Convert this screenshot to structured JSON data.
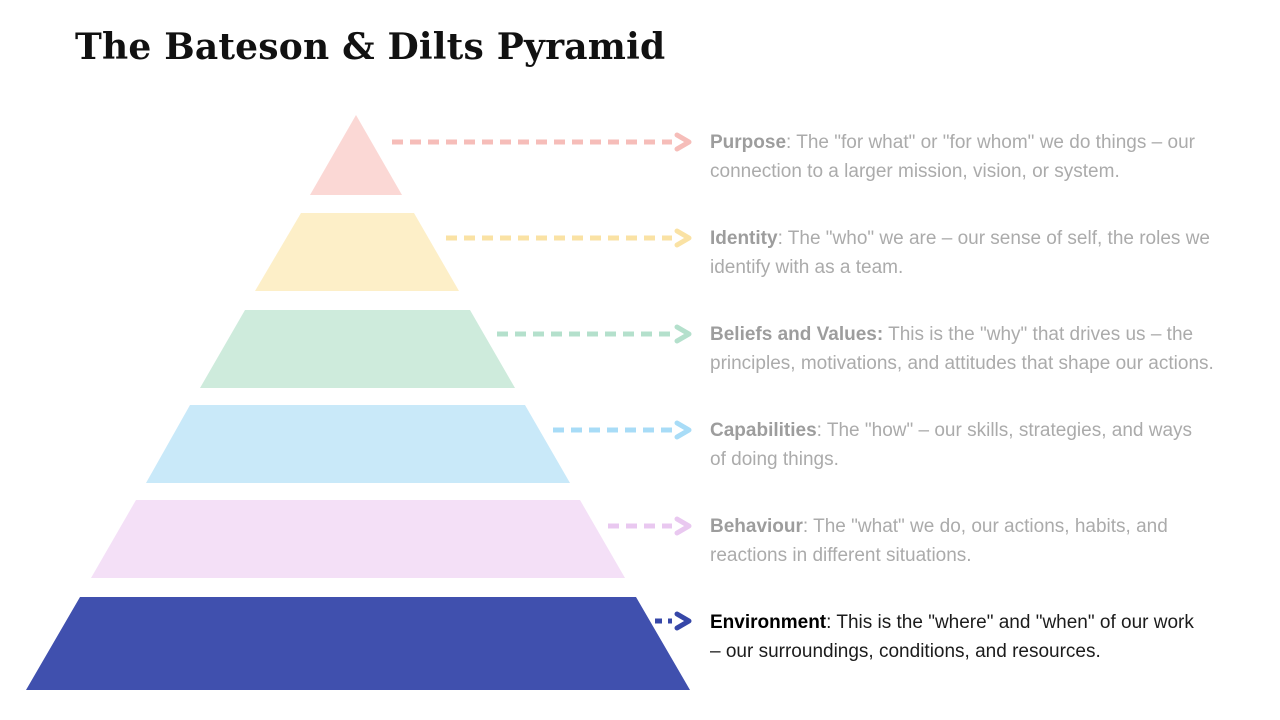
{
  "title": "The Bateson & Dilts Pyramid",
  "levels": [
    {
      "name": "Purpose",
      "fill": "#FBD8D5",
      "arrow_color": "#F6BDB9",
      "label": "Purpose",
      "text_lines": [
        ": The \"for what\" or \"for whom\" we do things – our",
        "connection to a larger mission, vision, or system."
      ]
    },
    {
      "name": "Identity",
      "fill": "#FDEFC8",
      "arrow_color": "#FAE2A4",
      "label": "Identity",
      "text_lines": [
        ": The \"who\" we are – our sense of self, the roles we",
        "identify with as a team."
      ]
    },
    {
      "name": "Beliefs and Values",
      "fill": "#CEEBDC",
      "arrow_color": "#B4E0CC",
      "label": "Beliefs and Values:",
      "text_lines": [
        " This is the \"why\" that drives us – the",
        "principles, motivations, and attitudes that shape our actions."
      ]
    },
    {
      "name": "Capabilities",
      "fill": "#C9E9F9",
      "arrow_color": "#A8DCF7",
      "label": "Capabilities",
      "text_lines": [
        ": The \"how\" – our skills, strategies, and ways",
        "of doing things."
      ]
    },
    {
      "name": "Behaviour",
      "fill": "#F4E0F7",
      "arrow_color": "#E9C8F0",
      "label": "Behaviour",
      "text_lines": [
        ": The \"what\" we do, our actions, habits, and",
        "reactions in different situations."
      ]
    },
    {
      "name": "Environment",
      "fill": "#4050AE",
      "arrow_color": "#3647A8",
      "label": "Environment",
      "text_lines": [
        ": This is the \"where\" and \"when\" of our work",
        "– our surroundings, conditions, and resources."
      ]
    }
  ]
}
